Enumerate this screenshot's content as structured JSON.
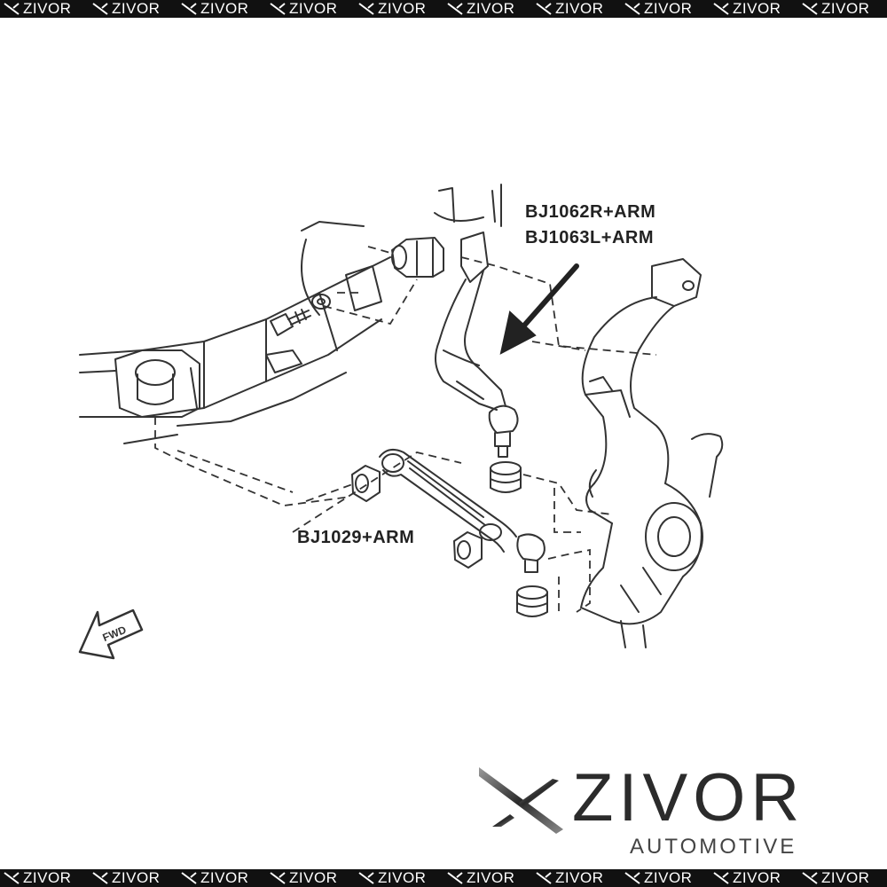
{
  "watermark_band": {
    "items": [
      "ZIVOR",
      "ZIVOR",
      "ZIVOR",
      "ZIVOR",
      "ZIVOR",
      "ZIVOR",
      "ZIVOR",
      "ZIVOR",
      "ZIVOR",
      "ZIVOR"
    ]
  },
  "callouts": {
    "upper_arm_right": "BJ1062R+ARM",
    "upper_arm_left": "BJ1063L+ARM",
    "lower_arm": "BJ1029+ARM"
  },
  "fwd_indicator": "FWD",
  "brand": {
    "name": "ZIVOR",
    "tagline": "AUTOMOTIVE"
  },
  "colors": {
    "line": "#333333",
    "band": "#111111",
    "band_text": "#ffffff",
    "logo_text": "#2b2b2b"
  }
}
